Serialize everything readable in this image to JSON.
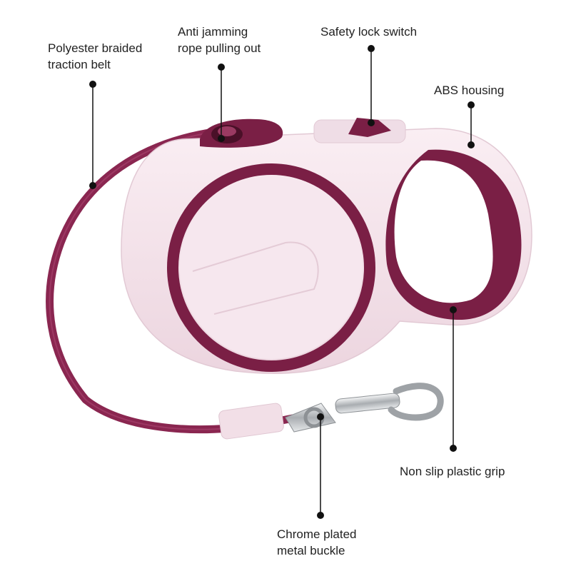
{
  "colors": {
    "housing": "#f5e4ec",
    "accent": "#7a1f45",
    "strap": "#8a2650",
    "metal": "#c6c9cc",
    "leader": "#111111"
  },
  "callouts": {
    "belt": {
      "lines": [
        "Polyester braided",
        "traction belt"
      ]
    },
    "anti": {
      "lines": [
        "Anti jamming",
        "rope pulling out"
      ]
    },
    "lock": {
      "lines": [
        "Safety lock switch"
      ]
    },
    "abs": {
      "lines": [
        "ABS housing"
      ]
    },
    "grip": {
      "lines": [
        "Non slip plastic grip"
      ]
    },
    "buckle": {
      "lines": [
        "Chrome plated",
        "metal buckle"
      ]
    }
  }
}
